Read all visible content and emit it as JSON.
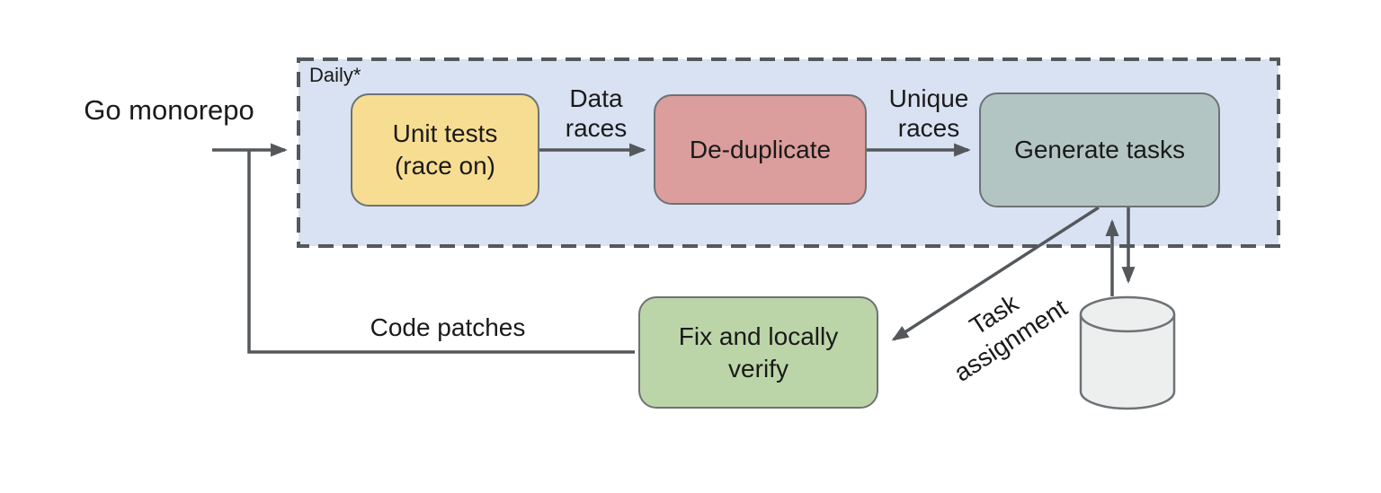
{
  "diagram": {
    "title_note": "Daily*",
    "source_label": "Go monorepo",
    "container": {
      "label": "Daily*",
      "fill": "#d9e2f2"
    },
    "nodes": {
      "unit_tests": {
        "label": "Unit tests\n(race on)",
        "fill": "#f7dd92"
      },
      "de_duplicate": {
        "label": "De-duplicate",
        "fill": "#db9e9c"
      },
      "generate_tasks": {
        "label": "Generate tasks",
        "fill": "#b3c5c2"
      },
      "fix_and_verify": {
        "label": "Fix and locally\nverify",
        "fill": "#bcd5a8"
      },
      "database": {
        "fill": "#edefef"
      }
    },
    "edge_labels": {
      "data_races": "Data\nraces",
      "unique_races": "Unique\nraces",
      "code_patches": "Code patches",
      "task_assignment": "Task\nassignment"
    },
    "colors": {
      "arrow": "#54585b",
      "node_border": "#6e7276",
      "container_border": "#54585b",
      "text": "#1a1a1a",
      "container_fill": "#d9e2f2",
      "background": "#ffffff"
    }
  }
}
